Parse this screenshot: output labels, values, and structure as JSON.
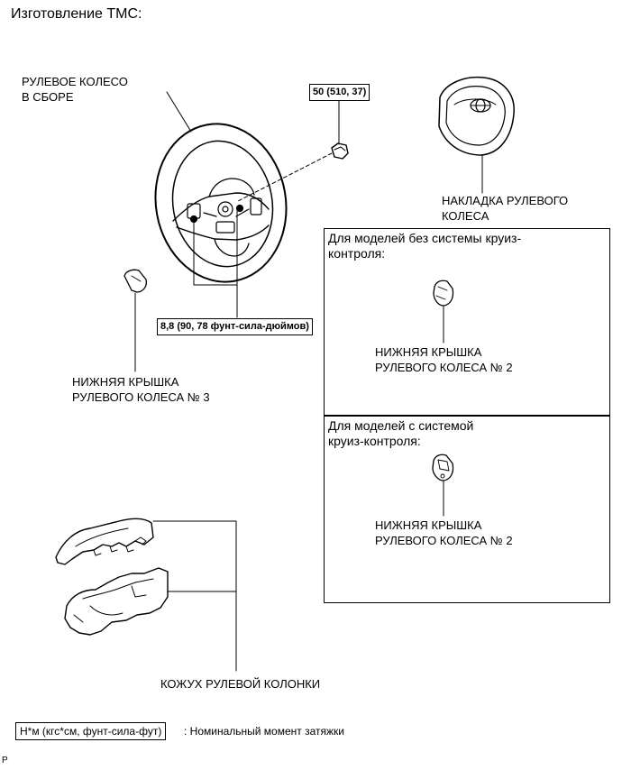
{
  "title": "Изготовление ТМС:",
  "steering_wheel": {
    "line1": "РУЛЕВОЕ КОЛЕСО",
    "line2": "В СБОРЕ"
  },
  "torque_nut": "50 (510, 37)",
  "torque_bolt": "8,8 (90, 78 фунт-сила-дюймов)",
  "pad": {
    "line1": "НАКЛАДКА РУЛЕВОГО",
    "line2": "КОЛЕСА"
  },
  "cover3": {
    "line1": "НИЖНЯЯ КРЫШКА",
    "line2": "РУЛЕВОГО КОЛЕСА № 3"
  },
  "panel_no_cruise": {
    "heading1": "Для моделей без системы круиз-",
    "heading2": "контроля:",
    "label1": "НИЖНЯЯ КРЫШКА",
    "label2": "РУЛЕВОГО КОЛЕСА № 2"
  },
  "panel_cruise": {
    "heading1": "Для моделей с системой",
    "heading2": "круиз-контроля:",
    "label1": "НИЖНЯЯ КРЫШКА",
    "label2": "РУЛЕВОГО КОЛЕСА № 2"
  },
  "column_cover": "КОЖУХ РУЛЕВОЙ КОЛОНКИ",
  "legend": {
    "units": "Н*м (кгс*см, фунт-сила-фут)",
    "text": ": Номинальный момент затяжки"
  },
  "footer_mark": "P"
}
